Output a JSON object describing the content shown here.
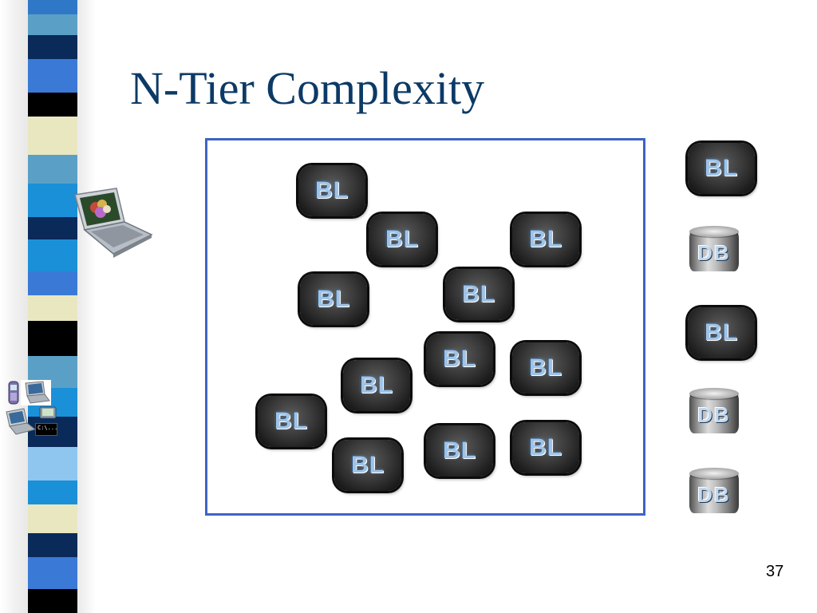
{
  "slide": {
    "title": "N-Tier Complexity",
    "page_number": "37"
  },
  "diagram": {
    "business_logic_label": "BL",
    "database_label": "DB",
    "colors": {
      "box_border": "#3d64c4",
      "title_text": "#0c3a66",
      "bl_tile": "#2e2e2e",
      "bl_text": "#9fc3e6"
    }
  },
  "clients": {
    "laptop_icon": "laptop-icon",
    "device_icons": [
      "phone-icon",
      "laptop-icon",
      "pda-icon",
      "console-terminal-icon"
    ],
    "terminal_text": "C:\\..."
  }
}
